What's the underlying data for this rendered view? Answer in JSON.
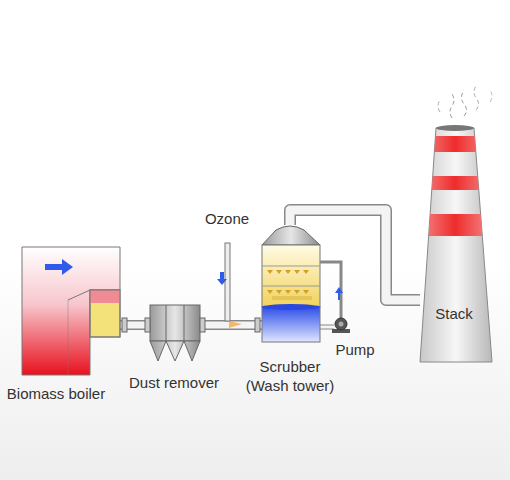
{
  "diagram": {
    "nodes": [
      {
        "text": [
          "Biomass boiler"
        ]
      },
      {
        "text": [
          "Dust remover"
        ]
      },
      {
        "text": [
          "Scrubber (Wash tower)"
        ]
      },
      {
        "text": [
          "Pump"
        ]
      },
      {
        "text": [
          "Stack"
        ]
      }
    ],
    "edges": [
      {
        "from": 0,
        "to": 1,
        "arrow": "none"
      },
      {
        "from": 1,
        "to": 2,
        "arrow": "none"
      },
      {
        "from": 2,
        "to": 3,
        "arrow": "none"
      },
      {
        "from": 2,
        "to": 4,
        "arrow": "none"
      }
    ],
    "labels": [
      "Ozone"
    ]
  }
}
